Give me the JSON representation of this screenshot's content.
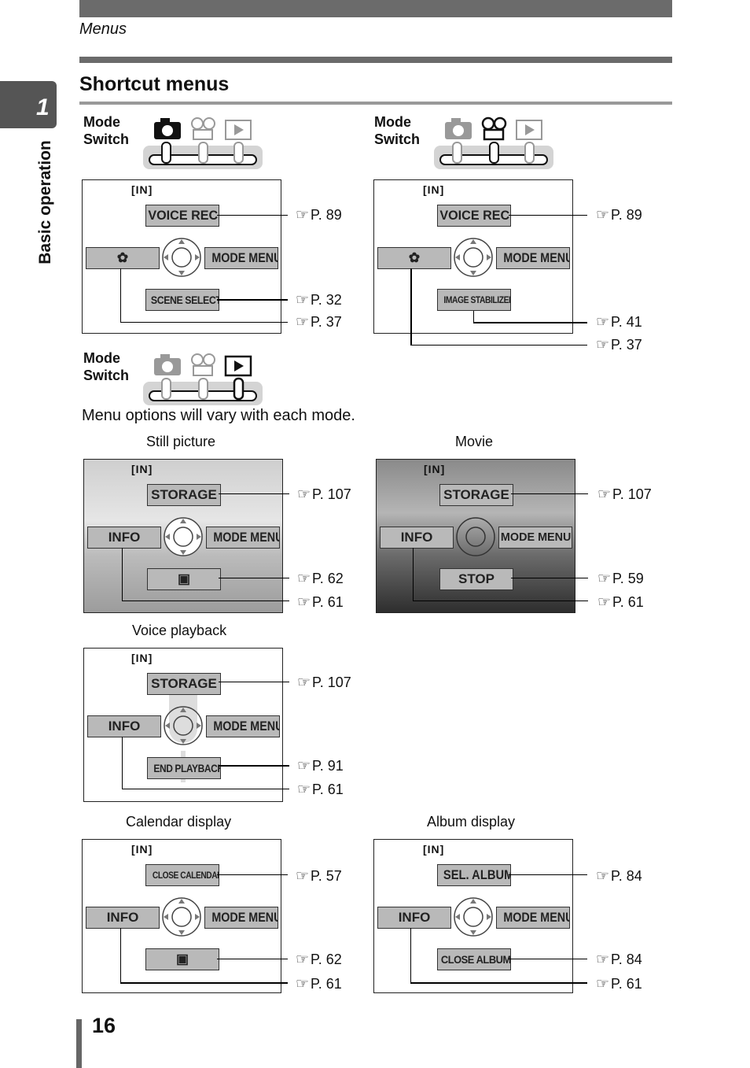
{
  "header": {
    "running_head": "Menus",
    "section_title": "Shortcut menus"
  },
  "side_tab": {
    "number": "1",
    "label": "Basic operation"
  },
  "mode_switch": {
    "label_line1": "Mode",
    "label_line2": "Switch"
  },
  "intro": "Menu options will vary with each mode.",
  "in_marker": "[IN]",
  "ref_prefix": "☞",
  "screens": {
    "cam_still": {
      "top": "VOICE REC",
      "left_icon": "macro-icon",
      "right": "MODE MENU",
      "bottom": "SCENE SELECT",
      "ref_top": "P. 89",
      "ref_bottom": "P. 32",
      "ref_left": "P. 37"
    },
    "cam_movie": {
      "top": "VOICE REC",
      "left_icon": "macro-icon",
      "right": "MODE MENU",
      "bottom": "IMAGE STABILIZER",
      "ref_top": "P. 89",
      "ref_bottom": "P. 41",
      "ref_left": "P. 37"
    },
    "play_still": {
      "caption": "Still picture",
      "top": "STORAGE",
      "left": "INFO",
      "right": "MODE MENU",
      "bottom_icon": "slideshow-icon",
      "ref_top": "P. 107",
      "ref_bottom": "P. 62",
      "ref_left": "P. 61"
    },
    "play_movie": {
      "caption": "Movie",
      "top": "STORAGE",
      "left": "INFO",
      "right": "MODE MENU",
      "bottom": "STOP",
      "ref_top": "P. 107",
      "ref_bottom": "P. 59",
      "ref_left": "P. 61"
    },
    "play_voice": {
      "caption": "Voice playback",
      "top": "STORAGE",
      "left": "INFO",
      "right": "MODE MENU",
      "bottom": "END PLAYBACK",
      "ref_top": "P. 107",
      "ref_bottom": "P. 91",
      "ref_left": "P. 61"
    },
    "calendar": {
      "caption": "Calendar display",
      "top": "CLOSE CALENDAR",
      "left": "INFO",
      "right": "MODE MENU",
      "bottom_icon": "slideshow-icon",
      "ref_top": "P. 57",
      "ref_bottom": "P. 62",
      "ref_left": "P. 61"
    },
    "album": {
      "caption": "Album display",
      "top": "SEL. ALBUM",
      "left": "INFO",
      "right": "MODE MENU",
      "bottom": "CLOSE ALBUM",
      "ref_top": "P. 84",
      "ref_bottom": "P. 84",
      "ref_left": "P. 61"
    }
  },
  "page_number": "16",
  "colors": {
    "button_gray": "#b9b9b9",
    "rule_gray": "#6b6b6b"
  }
}
